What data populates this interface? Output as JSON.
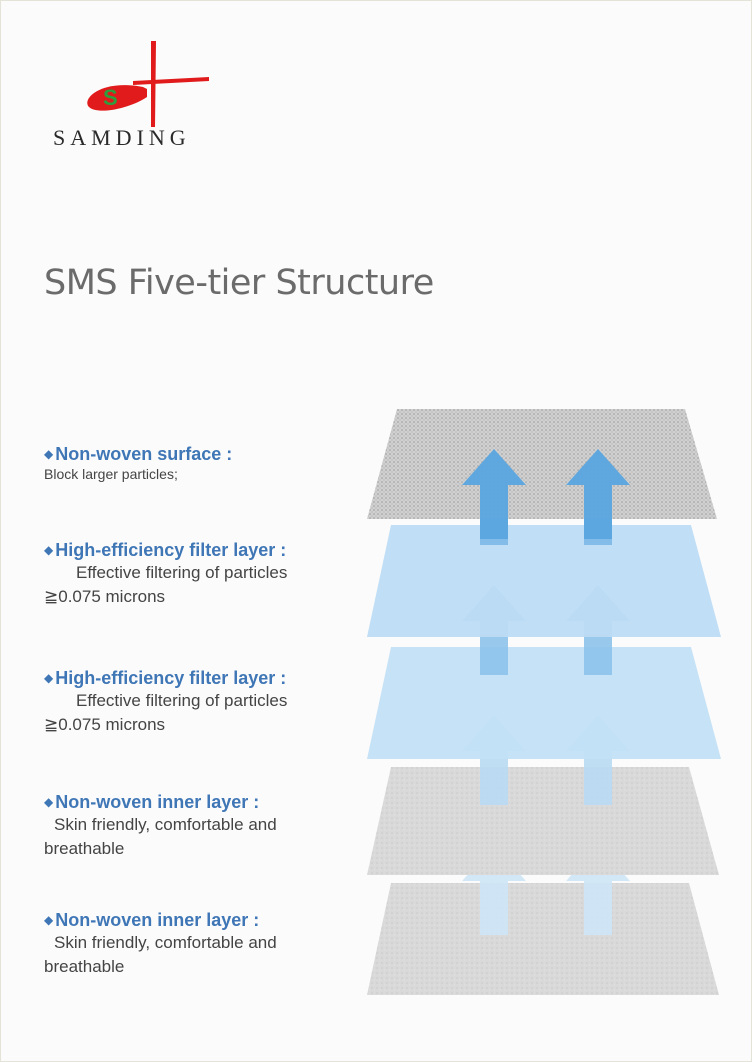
{
  "brand": {
    "name": "SAMDING",
    "mark_letter": "S"
  },
  "title": "SMS Five-tier Structure",
  "layers": [
    {
      "heading": "Non-woven surface :",
      "description": "Block larger particles;"
    },
    {
      "heading": "High-efficiency filter layer :",
      "description": "Effective filtering of particles ≧0.075 microns"
    },
    {
      "heading": "High-efficiency filter layer :",
      "description": "Effective filtering of particles ≧0.075 microns"
    },
    {
      "heading": "Non-woven inner layer :",
      "description": "Skin friendly, comfortable and breathable"
    },
    {
      "heading": "Non-woven inner layer :",
      "description": "Skin friendly, comfortable and breathable"
    }
  ],
  "colors": {
    "accent_text": "#3f76b6",
    "filter_layer": "#b9dcf5",
    "nonwoven_layer": "#d6d6d6",
    "arrow": "#5aa6e0",
    "logo_red": "#e11b1b",
    "logo_green": "#2e9d3e"
  }
}
